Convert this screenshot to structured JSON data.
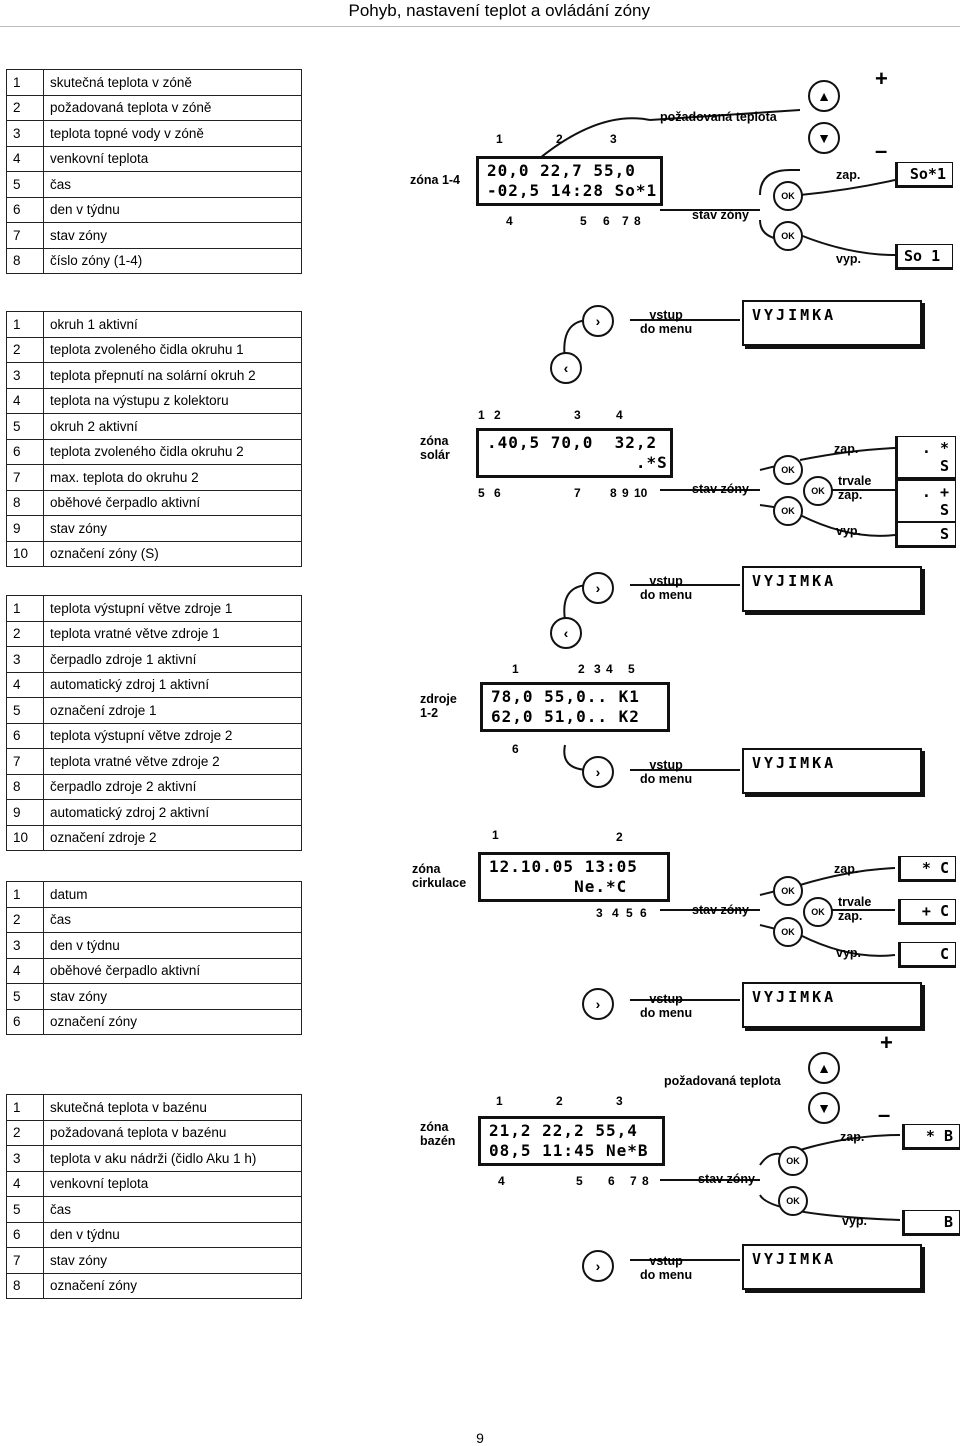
{
  "header": {
    "title": "Pohyb, nastavení teplot a ovládání zóny"
  },
  "page_number": "9",
  "tables": [
    {
      "rows": [
        [
          "1",
          "skutečná teplota v zóně"
        ],
        [
          "2",
          "požadovaná teplota v zóně"
        ],
        [
          "3",
          "teplota topné vody v zóně"
        ],
        [
          "4",
          "venkovní teplota"
        ],
        [
          "5",
          "čas"
        ],
        [
          "6",
          "den v týdnu"
        ],
        [
          "7",
          "stav zóny"
        ],
        [
          "8",
          "číslo zóny (1-4)"
        ]
      ]
    },
    {
      "rows": [
        [
          "1",
          "okruh 1 aktivní"
        ],
        [
          "2",
          "teplota zvoleného čidla okruhu 1"
        ],
        [
          "3",
          "teplota přepnutí na solární okruh 2"
        ],
        [
          "4",
          "teplota na výstupu z kolektoru"
        ],
        [
          "5",
          "okruh 2 aktivní"
        ],
        [
          "6",
          "teplota zvoleného čidla okruhu 2"
        ],
        [
          "7",
          "max. teplota do okruhu 2"
        ],
        [
          "8",
          "oběhové čerpadlo aktivní"
        ],
        [
          "9",
          "stav zóny"
        ],
        [
          "10",
          "označení zóny (S)"
        ]
      ]
    },
    {
      "rows": [
        [
          "1",
          "teplota výstupní větve zdroje 1"
        ],
        [
          "2",
          "teplota vratné větve zdroje 1"
        ],
        [
          "3",
          "čerpadlo zdroje 1 aktivní"
        ],
        [
          "4",
          "automatický zdroj 1 aktivní"
        ],
        [
          "5",
          "označení zdroje 1"
        ],
        [
          "6",
          "teplota výstupní větve zdroje 2"
        ],
        [
          "7",
          "teplota vratné větve zdroje 2"
        ],
        [
          "8",
          "čerpadlo zdroje 2 aktivní"
        ],
        [
          "9",
          "automatický zdroj 2 aktivní"
        ],
        [
          "10",
          "označení zdroje 2"
        ]
      ]
    },
    {
      "rows": [
        [
          "1",
          "datum"
        ],
        [
          "2",
          "čas"
        ],
        [
          "3",
          "den v týdnu"
        ],
        [
          "4",
          "oběhové čerpadlo aktivní"
        ],
        [
          "5",
          "stav zóny"
        ],
        [
          "6",
          "označení zóny"
        ]
      ]
    },
    {
      "rows": [
        [
          "1",
          "skutečná teplota v bazénu"
        ],
        [
          "2",
          "požadovaná teplota v bazénu"
        ],
        [
          "3",
          "teplota v aku nádrži (čidlo Aku 1 h)"
        ],
        [
          "4",
          "venkovní teplota"
        ],
        [
          "5",
          "čas"
        ],
        [
          "6",
          "den v týdnu"
        ],
        [
          "7",
          "stav zóny"
        ],
        [
          "8",
          "označení zóny"
        ]
      ]
    }
  ],
  "diagrams": {
    "zone": {
      "label": "zóna 1-4",
      "lcd1": "20,0 22,7 55,0",
      "lcd2": "-02,5 14:28 So*1",
      "top_nums": [
        "1",
        "2",
        "3"
      ],
      "bottom_nums": [
        "4",
        "5",
        "6",
        "7",
        "8"
      ],
      "desired": "požadovaná teplota",
      "state": "stav zóny",
      "on": "zap.",
      "off": "vyp.",
      "box_on": "So*1",
      "box_off": "So 1",
      "ok": "OK",
      "plus": "+",
      "minus": "–"
    },
    "solar": {
      "label1": "zóna",
      "label2": "solár",
      "lcd1": ".40,5 70,0  32,2",
      "lcd2": "              .*S",
      "top_nums": [
        "1",
        "2",
        "3",
        "4"
      ],
      "bottom_nums": [
        "5",
        "6",
        "7",
        "8",
        "9",
        "10"
      ],
      "menu1": "vstup",
      "menu2": "do menu",
      "exception": "VYJIMKA",
      "state": "stav zóny",
      "on": "zap.",
      "perm1": "trvale",
      "perm2": "zap.",
      "off": "vyp.",
      "box_on": ". * S",
      "box_perm": ". + S",
      "box_off": "S",
      "ok": "OK"
    },
    "sources": {
      "label1": "zdroje",
      "label2": "1-2",
      "lcd1": "78,0 55,0.. K1",
      "lcd2": "62,0 51,0.. K2",
      "top_nums": [
        "1",
        "2",
        "3",
        "4",
        "5"
      ],
      "bottom_nums": [
        "6"
      ],
      "menu1": "vstup",
      "menu2": "do menu",
      "exception": "VYJIMKA"
    },
    "circ": {
      "label1": "zóna",
      "label2": "cirkulace",
      "lcd1": "12.10.05 13:05",
      "lcd2": "        Ne.*C",
      "top_nums": [
        "1",
        "2"
      ],
      "bottom_nums": [
        "3",
        "4",
        "5",
        "6"
      ],
      "state": "stav zóny",
      "on": "zap.",
      "perm1": "trvale",
      "perm2": "zap.",
      "off": "vyp.",
      "box_on": "* C",
      "box_perm": "+ C",
      "box_off": "C",
      "menu1": "vstup",
      "menu2": "do menu",
      "exception": "VYJIMKA",
      "ok": "OK"
    },
    "pool": {
      "label1": "zóna",
      "label2": "bazén",
      "lcd1": "21,2 22,2 55,4",
      "lcd2": "08,5 11:45 Ne*B",
      "top_nums": [
        "1",
        "2",
        "3"
      ],
      "bottom_nums": [
        "4",
        "5",
        "6",
        "7",
        "8"
      ],
      "desired": "požadovaná teplota",
      "state": "stav zóny",
      "on": "zap.",
      "off": "vyp.",
      "box_on": "* B",
      "box_off": "B",
      "menu1": "vstup",
      "menu2": "do menu",
      "exception": "VYJIMKA",
      "ok": "OK",
      "plus": "+",
      "minus": "–"
    }
  }
}
